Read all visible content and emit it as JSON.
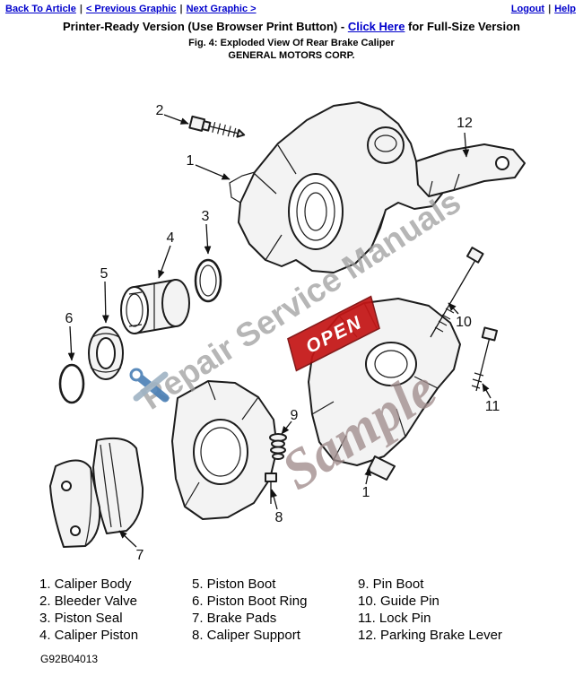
{
  "nav": {
    "back": "Back To Article",
    "prev": "< Previous Graphic",
    "next": "Next Graphic >",
    "logout": "Logout",
    "help": "Help",
    "separator": "|"
  },
  "printer": {
    "prefix": "Printer-Ready Version (Use Browser Print Button) - ",
    "link": "Click Here",
    "suffix": " for Full-Size Version"
  },
  "figure": {
    "caption": "Fig. 4: Exploded View Of Rear Brake Caliper",
    "company": "GENERAL MOTORS CORP.",
    "part_code": "G92B04013"
  },
  "watermarks": {
    "diagonal": "Repair Service Manuals",
    "sample": "Sample",
    "stamp": "OPEN"
  },
  "callouts": {
    "n1": "1",
    "n1b": "1",
    "n2": "2",
    "n3": "3",
    "n4": "4",
    "n5": "5",
    "n6": "6",
    "n7": "7",
    "n8": "8",
    "n9": "9",
    "n10": "10",
    "n11": "11",
    "n12": "12"
  },
  "legend": {
    "col1": [
      "1. Caliper Body",
      "2. Bleeder Valve",
      "3. Piston Seal",
      "4. Caliper Piston"
    ],
    "col2": [
      "5. Piston Boot",
      "6. Piston Boot Ring",
      "7. Brake Pads",
      "8. Caliper Support"
    ],
    "col3": [
      "9. Pin Boot",
      "10. Guide Pin",
      "11. Lock Pin",
      "12. Parking Brake Lever"
    ]
  },
  "colors": {
    "link_blue": "#0000cc",
    "stamp_red": "#c41616",
    "watermark_gray": "#9a9a9a"
  }
}
